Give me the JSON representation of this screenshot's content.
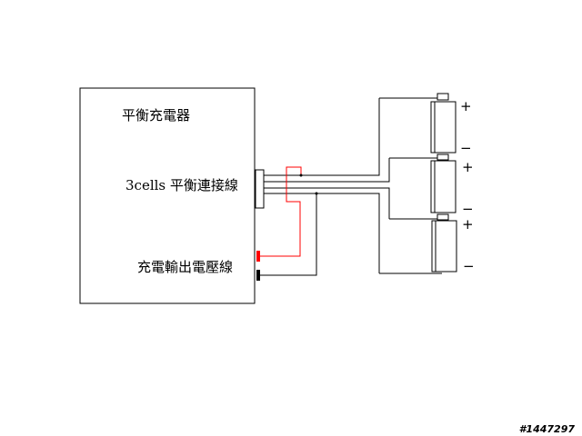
{
  "labels": {
    "charger": "平衡充電器",
    "balance_connector": "3cells 平衡連接線",
    "output_wire": "充電輸出電壓線"
  },
  "terminals": {
    "cell1_plus": "+",
    "cell1_minus": "−",
    "cell2_plus": "+",
    "cell2_minus": "−",
    "cell3_plus": "+",
    "cell3_minus": "−"
  },
  "watermark": "#1447297",
  "colors": {
    "line": "#000000",
    "positive_wire": "#ff0000",
    "background": "#ffffff"
  }
}
